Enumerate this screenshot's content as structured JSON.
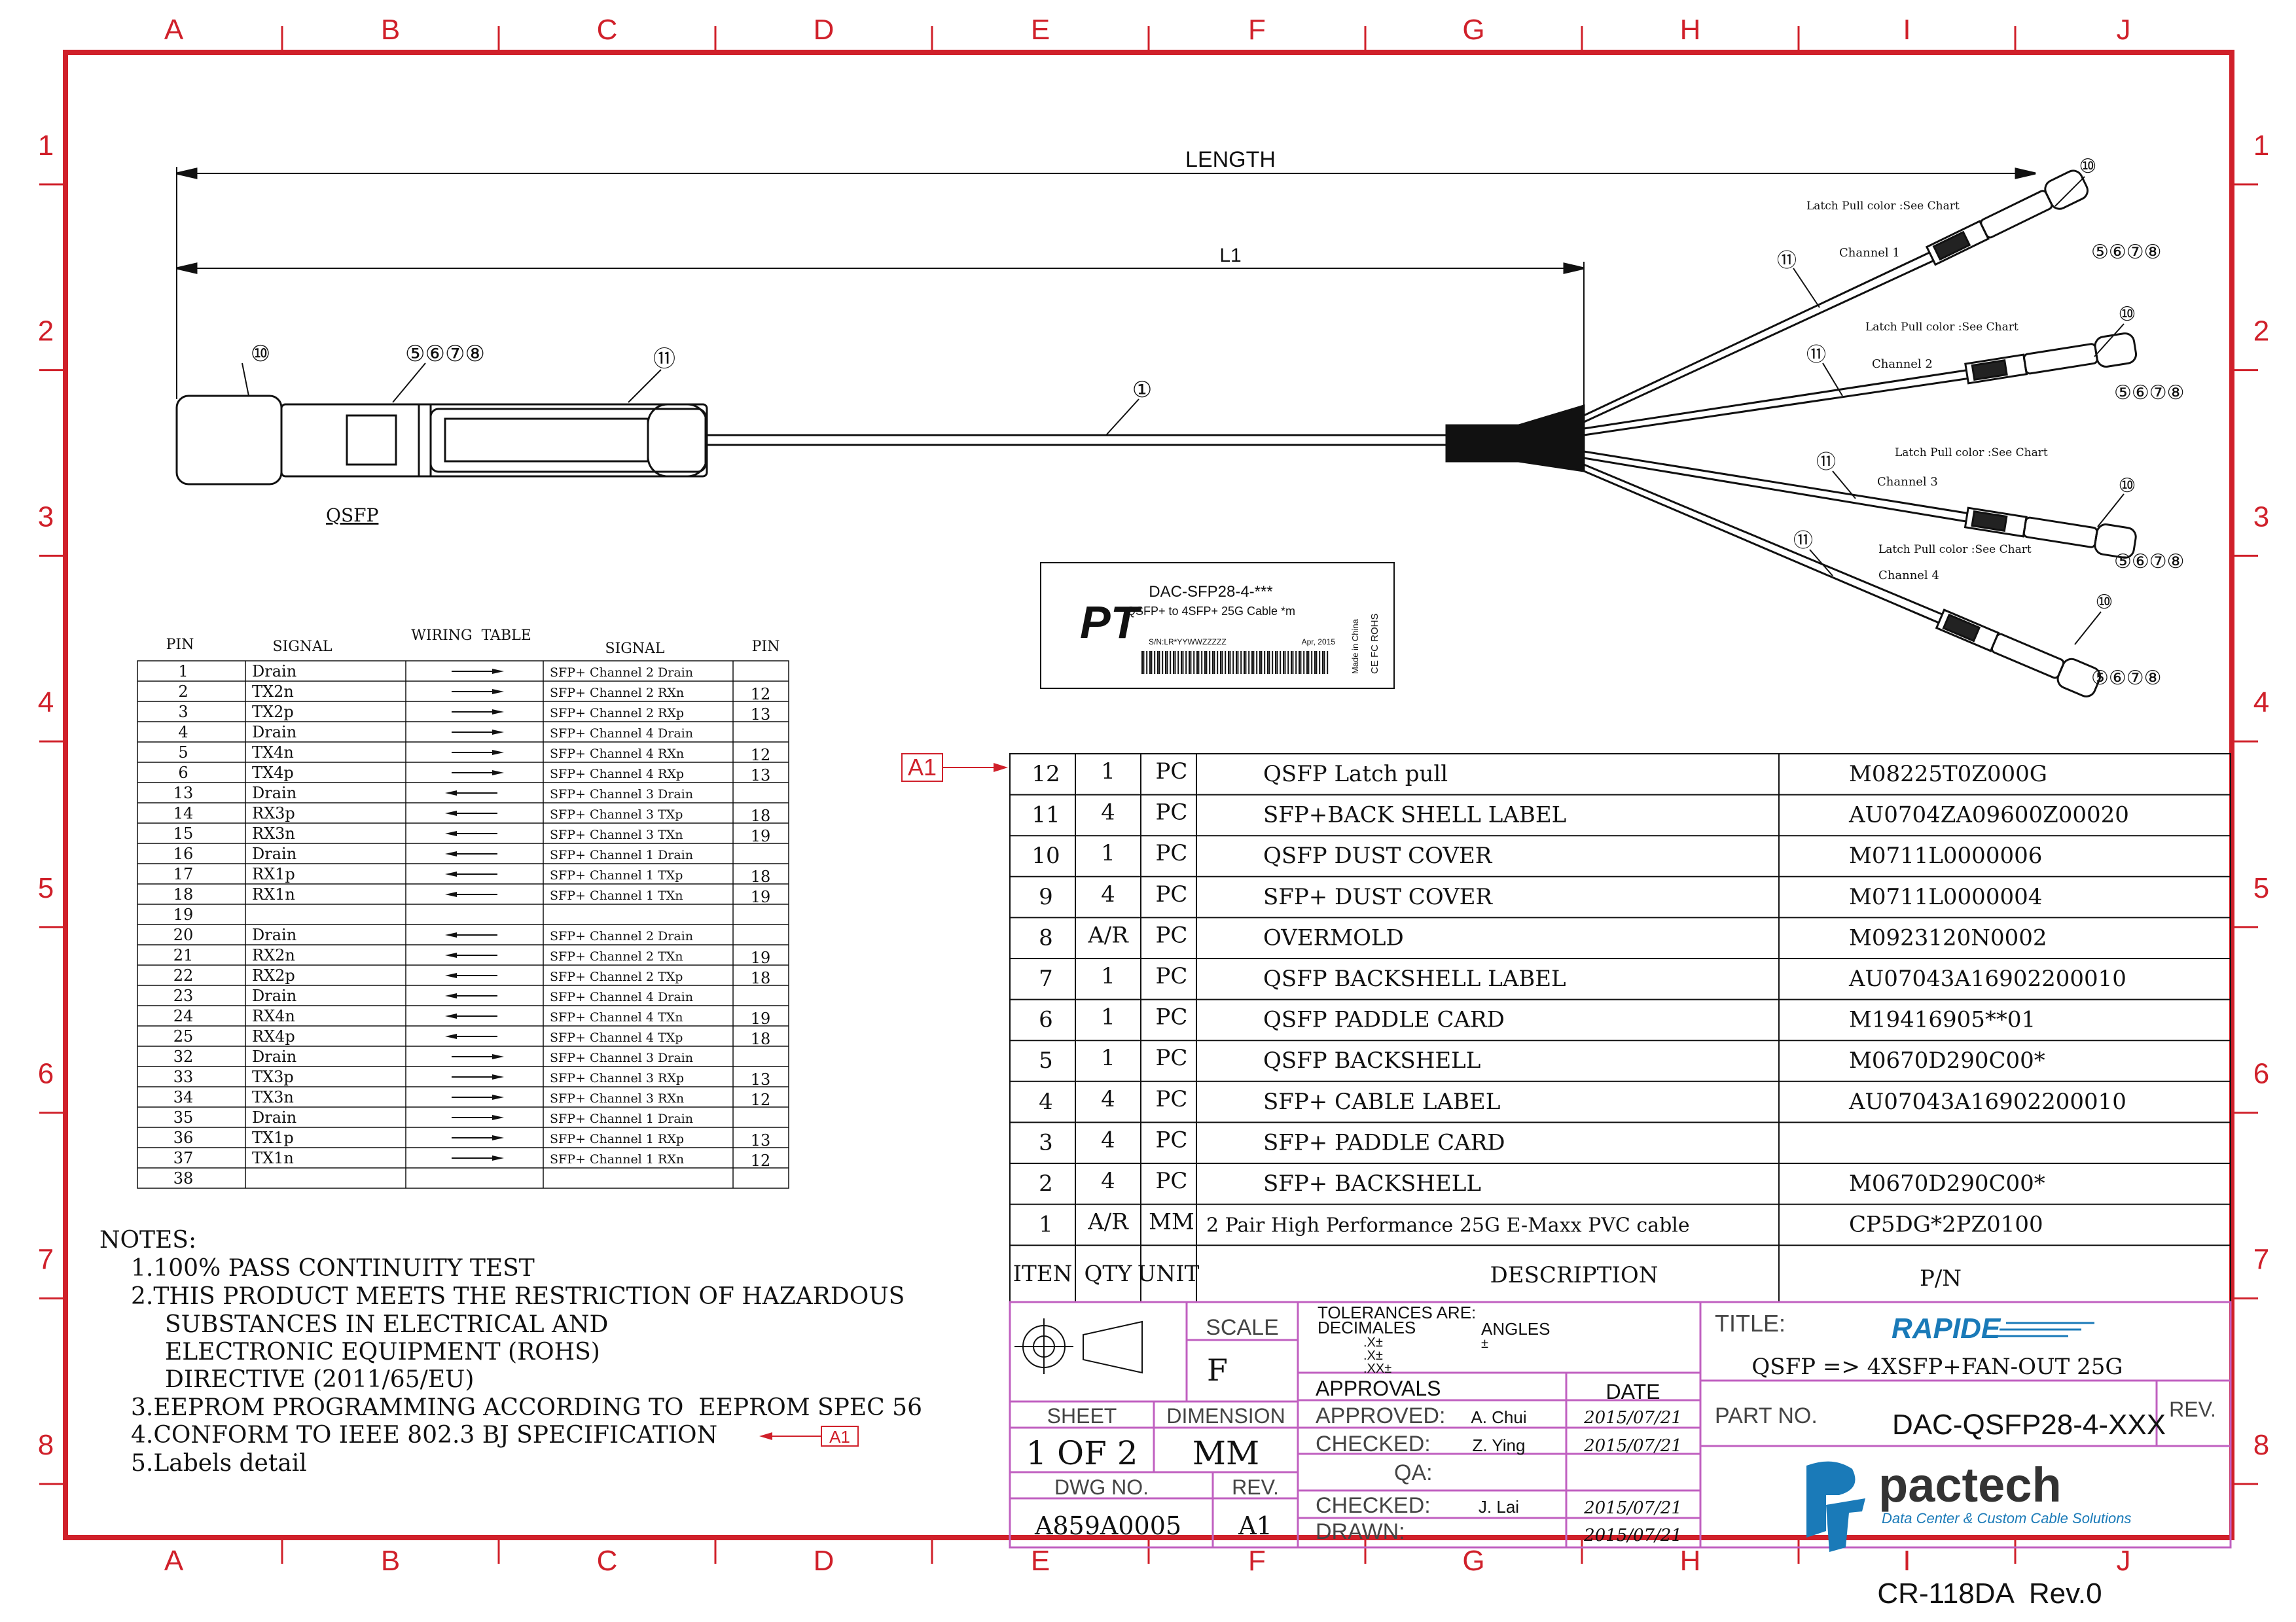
{
  "grid": {
    "columns": [
      "A",
      "B",
      "C",
      "D",
      "E",
      "F",
      "G",
      "H",
      "I",
      "J"
    ],
    "rows": [
      "1",
      "2",
      "3",
      "4",
      "5",
      "6",
      "7",
      "8"
    ]
  },
  "cable": {
    "length_label": "LENGTH",
    "l1_label": "L1",
    "qsfp_label": "QSFP",
    "callout_1": "①",
    "callout_10": "⑩",
    "callout_11": "⑪",
    "callout_5678": "⑤⑥⑦⑧",
    "latch_note": "Latch Pull color :See Chart",
    "channels": [
      "Channel 1",
      "Channel 2",
      "Channel 3",
      "Channel 4"
    ]
  },
  "label": {
    "model": "DAC-SFP28-4-***",
    "desc": "QSFP+ to 4SFP+ 25G Cable *m",
    "serial": "S/N:LR*YYWWZZZZZ",
    "date": "Apr, 2015",
    "made": "Made in China",
    "cert": "CE FC ROHS"
  },
  "wiring": {
    "title": "WIRING  TABLE",
    "h_pin": "PIN",
    "h_signal": "SIGNAL",
    "h_signal2": "SIGNAL",
    "h_pin2": "PIN",
    "rows": [
      {
        "pin": "1",
        "sig": "Drain",
        "dir": "right",
        "dest": "SFP+ Channel 2 Drain",
        "pin2": ""
      },
      {
        "pin": "2",
        "sig": "TX2n",
        "dir": "right",
        "dest": "SFP+ Channel 2 RXn",
        "pin2": "12"
      },
      {
        "pin": "3",
        "sig": "TX2p",
        "dir": "right",
        "dest": "SFP+ Channel 2 RXp",
        "pin2": "13"
      },
      {
        "pin": "4",
        "sig": "Drain",
        "dir": "right",
        "dest": "SFP+ Channel 4 Drain",
        "pin2": ""
      },
      {
        "pin": "5",
        "sig": "TX4n",
        "dir": "right",
        "dest": "SFP+ Channel 4 RXn",
        "pin2": "12"
      },
      {
        "pin": "6",
        "sig": "TX4p",
        "dir": "right",
        "dest": "SFP+ Channel 4 RXp",
        "pin2": "13"
      },
      {
        "pin": "13",
        "sig": "Drain",
        "dir": "left",
        "dest": "SFP+ Channel 3 Drain",
        "pin2": ""
      },
      {
        "pin": "14",
        "sig": "RX3p",
        "dir": "left",
        "dest": "SFP+ Channel 3 TXp",
        "pin2": "18"
      },
      {
        "pin": "15",
        "sig": "RX3n",
        "dir": "left",
        "dest": "SFP+ Channel 3 TXn",
        "pin2": "19"
      },
      {
        "pin": "16",
        "sig": "Drain",
        "dir": "left",
        "dest": "SFP+ Channel 1 Drain",
        "pin2": ""
      },
      {
        "pin": "17",
        "sig": "RX1p",
        "dir": "left",
        "dest": "SFP+ Channel 1 TXp",
        "pin2": "18"
      },
      {
        "pin": "18",
        "sig": "RX1n",
        "dir": "left",
        "dest": "SFP+ Channel 1 TXn",
        "pin2": "19"
      },
      {
        "pin": "19",
        "sig": "",
        "dir": "",
        "dest": "",
        "pin2": ""
      },
      {
        "pin": "20",
        "sig": "Drain",
        "dir": "left",
        "dest": "SFP+ Channel 2 Drain",
        "pin2": ""
      },
      {
        "pin": "21",
        "sig": "RX2n",
        "dir": "left",
        "dest": "SFP+ Channel 2 TXn",
        "pin2": "19"
      },
      {
        "pin": "22",
        "sig": "RX2p",
        "dir": "left",
        "dest": "SFP+ Channel 2 TXp",
        "pin2": "18"
      },
      {
        "pin": "23",
        "sig": "Drain",
        "dir": "left",
        "dest": "SFP+ Channel 4 Drain",
        "pin2": ""
      },
      {
        "pin": "24",
        "sig": "RX4n",
        "dir": "left",
        "dest": "SFP+ Channel 4 TXn",
        "pin2": "19"
      },
      {
        "pin": "25",
        "sig": "RX4p",
        "dir": "left",
        "dest": "SFP+ Channel 4 TXp",
        "pin2": "18"
      },
      {
        "pin": "32",
        "sig": "Drain",
        "dir": "right",
        "dest": "SFP+ Channel 3 Drain",
        "pin2": ""
      },
      {
        "pin": "33",
        "sig": "TX3p",
        "dir": "right",
        "dest": "SFP+ Channel 3 RXp",
        "pin2": "13"
      },
      {
        "pin": "34",
        "sig": "TX3n",
        "dir": "right",
        "dest": "SFP+ Channel 3 RXn",
        "pin2": "12"
      },
      {
        "pin": "35",
        "sig": "Drain",
        "dir": "right",
        "dest": "SFP+ Channel 1 Drain",
        "pin2": ""
      },
      {
        "pin": "36",
        "sig": "TX1p",
        "dir": "right",
        "dest": "SFP+ Channel 1 RXp",
        "pin2": "13"
      },
      {
        "pin": "37",
        "sig": "TX1n",
        "dir": "right",
        "dest": "SFP+ Channel 1 RXn",
        "pin2": "12"
      },
      {
        "pin": "38",
        "sig": "",
        "dir": "",
        "dest": "",
        "pin2": ""
      }
    ]
  },
  "notes": {
    "title": "NOTES:",
    "lines": [
      "1.100% PASS CONTINUITY TEST",
      "2.THIS PRODUCT MEETS THE RESTRICTION OF HAZARDOUS",
      "SUBSTANCES IN ELECTRICAL AND",
      "ELECTRONIC EQUIPMENT (ROHS)",
      "DIRECTIVE (2011/65/EU)",
      "3.EEPROM PROGRAMMING ACCORDING TO  EEPROM SPEC 56",
      "4.CONFORM TO IEEE 802.3 BJ SPECIFICATION",
      "5.Labels detail"
    ],
    "revision_tag": "A1"
  },
  "bom": {
    "revision_tag": "A1",
    "h_item": "ITEN",
    "h_qty": "QTY",
    "h_unit": "UNIT",
    "h_desc": "DESCRIPTION",
    "h_pn": "P/N",
    "rows": [
      {
        "item": "12",
        "qty": "1",
        "unit": "PC",
        "desc": "QSFP Latch pull",
        "pn": "M08225T0Z000G"
      },
      {
        "item": "11",
        "qty": "4",
        "unit": "PC",
        "desc": "SFP+BACK SHELL LABEL",
        "pn": "AU0704ZA09600Z00020"
      },
      {
        "item": "10",
        "qty": "1",
        "unit": "PC",
        "desc": "QSFP DUST COVER",
        "pn": "M0711L0000006"
      },
      {
        "item": "9",
        "qty": "4",
        "unit": "PC",
        "desc": "SFP+ DUST COVER",
        "pn": "M0711L0000004"
      },
      {
        "item": "8",
        "qty": "A/R",
        "unit": "PC",
        "desc": "OVERMOLD",
        "pn": "M0923120N0002"
      },
      {
        "item": "7",
        "qty": "1",
        "unit": "PC",
        "desc": "QSFP BACKSHELL LABEL",
        "pn": "AU07043A16902200010"
      },
      {
        "item": "6",
        "qty": "1",
        "unit": "PC",
        "desc": "QSFP PADDLE CARD",
        "pn": "M19416905**01"
      },
      {
        "item": "5",
        "qty": "1",
        "unit": "PC",
        "desc": "QSFP BACKSHELL",
        "pn": "M0670D290C00*"
      },
      {
        "item": "4",
        "qty": "4",
        "unit": "PC",
        "desc": "SFP+ CABLE LABEL",
        "pn": "AU07043A16902200010"
      },
      {
        "item": "3",
        "qty": "4",
        "unit": "PC",
        "desc": "SFP+ PADDLE CARD",
        "pn": ""
      },
      {
        "item": "2",
        "qty": "4",
        "unit": "PC",
        "desc": "SFP+ BACKSHELL",
        "pn": "M0670D290C00*"
      },
      {
        "item": "1",
        "qty": "A/R",
        "unit": "MM",
        "desc": "2 Pair High Performance 25G E-Maxx PVC cable",
        "pn": "CP5DG*2PZ0100"
      }
    ]
  },
  "title_block": {
    "scale_label": "SCALE",
    "scale_value": "F",
    "sheet_label": "SHEET",
    "sheet_value": "1 OF 2",
    "dimension_label": "DIMENSION",
    "dimension_value": "MM",
    "dwg_label": "DWG NO.",
    "dwg_value": "A859A0005",
    "rev_label": "REV.",
    "rev_value": "A1",
    "tolerances": "TOLERANCES ARE:",
    "decimales": "DECIMALES",
    "angles": "ANGLES",
    "tol_x": ".X±",
    "tol_xx": ".X±",
    "tol_xxx": ".XX±",
    "tol_ang": "±",
    "approvals": "APPROVALS",
    "date_label": "DATE",
    "approved_label": "APPROVED:",
    "approved_by": "A. Chui",
    "approved_date": "2015/07/21",
    "checked_label": "CHECKED:",
    "checked_by": "Z. Ying",
    "checked_date": "2015/07/21",
    "qa_label": "QA:",
    "checked2_label": "CHECKED:",
    "checked2_by": "J. Lai",
    "checked2_date": "2015/07/21",
    "drawn_label": "DRAWN:",
    "drawn_date": "2015/07/21",
    "title_label": "TITLE:",
    "brand": "RAPIDE",
    "title_value": "QSFP => 4XSFP+FAN-OUT 25G",
    "partno_label": "PART NO.",
    "partno_value": "DAC-QSFP28-4-XXX",
    "rev2_label": "REV.",
    "company": "pactech",
    "company_tag": "Data Center & Custom Cable Solutions"
  },
  "footer": "CR-118DA  Rev.0",
  "colors": {
    "frame": "#d0202a",
    "title_block": "#c060c0",
    "brand_blue": "#1a7ab8"
  }
}
